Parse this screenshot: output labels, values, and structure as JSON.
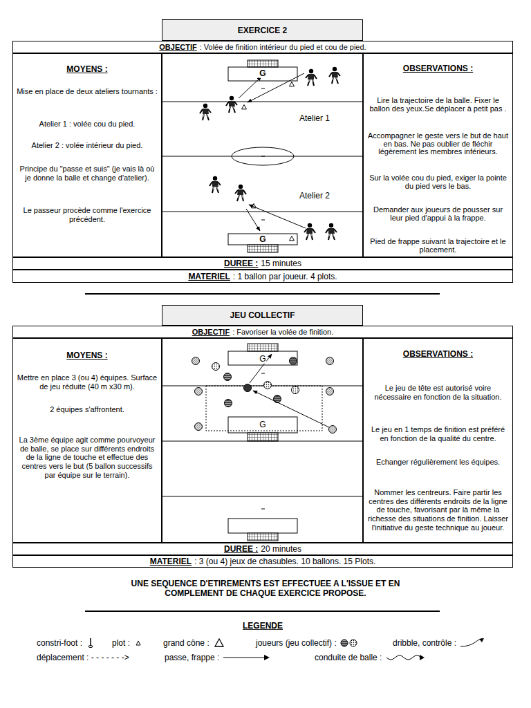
{
  "diagram": {
    "nodes": [
      {
        "text": [
          "EXERCICE 2"
        ]
      },
      {
        "text": [
          "OBJECTIF",
          ": Volée de finition intérieur du pied et cou de pied."
        ]
      },
      {
        "text": [
          "MOYENS :",
          "Mise en place de deux ateliers tournants :",
          "Atelier 1 : volée cou du pied.",
          "Atelier 2 : volée intérieur du pied.",
          "Principe du \"passe et suis\" (je vais là où je donne la balle et change d'atelier).",
          "Le passeur procède comme l'exercice précédent."
        ]
      },
      {
        "text": [
          "OBSERVATIONS :",
          "Lire la trajectoire de la balle. Fixer le ballon des yeux.Se déplacer à petit pas .",
          "Accompagner le geste vers le but de haut en bas. Ne pas oublier de fléchir légèrement les membres inférieurs.",
          "Sur la volée cou du pied, exiger la pointe du pied vers le bas.",
          "Demander aux joueurs de pousser sur leur pied d'appui à la frappe.",
          "Pied de frappe suivant la trajectoire et le placement."
        ]
      },
      {
        "text": [
          "DUREE :",
          "15 minutes"
        ]
      },
      {
        "text": [
          "MATERIEL",
          ": 1 ballon par joueur. 4 plots."
        ]
      },
      {
        "text": [
          "JEU COLLECTIF"
        ]
      },
      {
        "text": [
          "OBJECTIF",
          ": Favoriser la volée de finition."
        ]
      },
      {
        "text": [
          "MOYENS :",
          "Mettre en place 3 (ou 4) équipes. Surface de jeu réduite (40 m x30 m).",
          "2 équipes s'affrontent.",
          "La 3ème équipe agit comme pourvoyeur de balle, se place sur différents endroits de la ligne de touche et effectue des centres vers le but (5 ballon successifs par équipe sur le terrain)."
        ]
      },
      {
        "text": [
          "OBSERVATIONS :",
          "Le jeu de tête est autorisé voire nécessaire en fonction de la situation.",
          "Le jeu en 1 temps de finition est préféré en fonction de la qualité du centre.",
          "Echanger régulièrement les équipes.",
          "Nommer les centreurs. Faire partir les centres des différents endroits de la ligne de touche, favorisant par là même la richesse des situations de finition. Laisser l'initiative du geste technique au joueur."
        ]
      },
      {
        "text": [
          "DUREE :",
          "20 minutes"
        ]
      },
      {
        "text": [
          "MATERIEL",
          ": 3 (ou 4) jeux de chasubles. 10 ballons. 15 Plots."
        ]
      }
    ],
    "labels": [
      "G",
      "Atelier 1",
      "Atelier 2",
      "G",
      "G",
      "G",
      "UNE SEQUENCE D'ETIREMENTS EST EFFECTUEE A L'ISSUE ET EN COMPLEMENT DE CHAQUE EXERCICE PROPOSE.",
      "LEGENDE"
    ],
    "legend": [
      {
        "text": "constri-foot :"
      },
      {
        "text": "plot :"
      },
      {
        "text": "grand cône :"
      },
      {
        "text": "joueurs (jeu collectif) :"
      },
      {
        "text": "dribble, contrôle :"
      },
      {
        "text": "déplacement : - - - - - - ->"
      },
      {
        "text": "passe, frappe :"
      },
      {
        "text": "conduite de balle :"
      }
    ]
  }
}
